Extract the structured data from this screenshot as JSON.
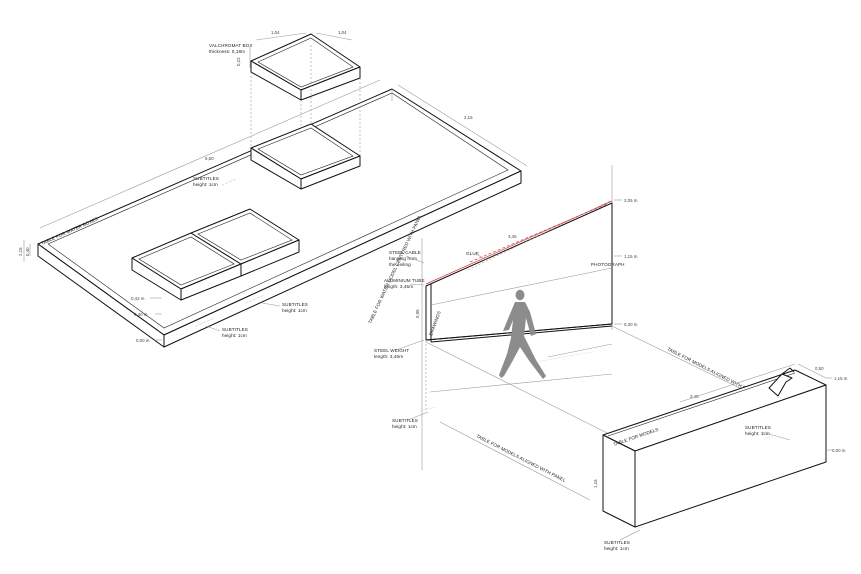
{
  "labels": {
    "valchromat_box": "VALCHROMAT BOX",
    "valchromat_thickness": "thickness: 0,18m",
    "table_water_boxes": "TABLE FOR WATER BOXES",
    "subtitles": "SUBTITLES",
    "height_1cm": "height: 1cm",
    "steel_cable": "STEEL CABLE",
    "hanging_from": "hanging from",
    "the_ceiling": "the ceiling",
    "aluminium_tube": "ALUMINIUM TUBE",
    "aluminium_length": "length: 3,45m",
    "steel_weight": "STEEL WEIGHT",
    "steel_weight_length": "length: 3,45m",
    "table_water_models_centered": "TABLE FOR WATER MODEL CENTERED WITH PANEL",
    "glue": "GLUE",
    "photograph": "PHOTOGRAPH",
    "drawings": "DRAWINGS",
    "table_models_aligned": "TABLE FOR MODELS ALIGNED WITH PANEL",
    "table_for_models": "TABLE FOR MODELS"
  },
  "dims": {
    "box_w": "1,04",
    "box_d": "1,04",
    "box_h": "0,22",
    "table_long": "6,50",
    "table_width": "2,15",
    "table_h1": "2,15",
    "table_h2": "0,40",
    "d_042": "0,42 m",
    "d_040": "0,40 m",
    "d_000a": "0,00 m",
    "panel_len": "3,45",
    "panel_h": "0,95",
    "lvl_205": "2,05 m",
    "lvl_115a": "1,15 m",
    "lvl_030": "0,30 m",
    "model_len": "3,45",
    "model_w": "0,50",
    "model_h": "1,15",
    "lvl_115b": "1,15 m",
    "lvl_000b": "0,00 m"
  }
}
